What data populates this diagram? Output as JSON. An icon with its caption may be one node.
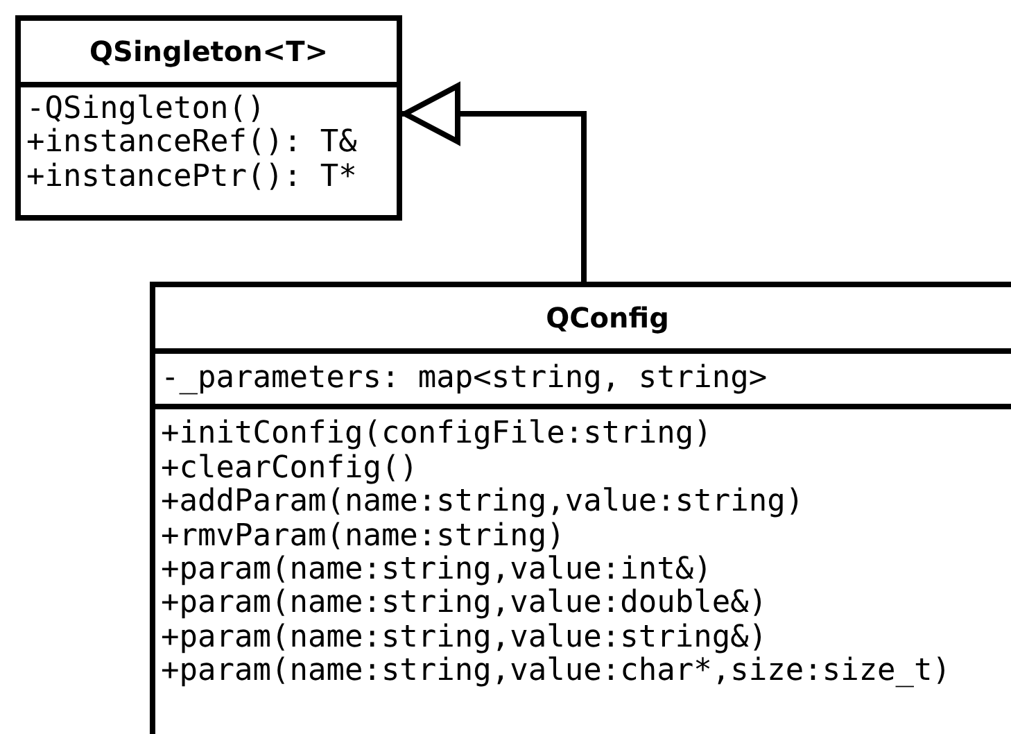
{
  "diagram": {
    "nodes": [
      {
        "text": [
          "QSingleton<T>",
          "-QSingleton()",
          "+instanceRef(): T&",
          "+instancePtr(): T*"
        ]
      },
      {
        "text": [
          "QConfig",
          "-_parameters: map<string, string>",
          "+initConfig(configFile:string)",
          "+clearConfig()",
          "+addParam(name:string,value:string)",
          "+rmvParam(name:string)",
          "+param(name:string,value:int&)",
          "+param(name:string,value:double&)",
          "+param(name:string,value:string&)",
          "+param(name:string,value:char*,size:size_t)"
        ]
      }
    ],
    "edges": [
      {
        "from": 1,
        "to": 0,
        "arrow": "to"
      }
    ]
  }
}
